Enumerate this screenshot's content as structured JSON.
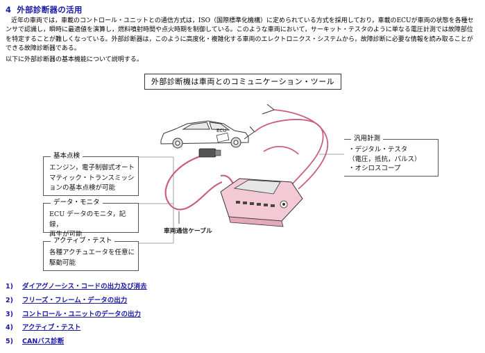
{
  "section": {
    "number": "4",
    "title": "外部診断器の活用",
    "intro": "近年の車両では，車載のコントロール・ユニットとの通信方式は，ISO（国際標準化機構）に定められている方式を採用しており，車載のECUが車両の状態を各種センサで認識し，瞬時に最適値を演算し，燃料噴射時間や点火時期を制御している。このような車両において，サーキット・テスタのように単なる電圧計測では故障部位を特定することが難しくなっている。外部診断器は，このように高度化・複雑化する車両のエレクトロニクス・システムから，故障診断に必要な情報を読み取ることができる故障診断器である。",
    "lead": "以下に外部診断器の基本機能について説明する。"
  },
  "figure": {
    "title": "外部診断機は車両とのコミュニケーション・ツール",
    "ecu_label": "ECU",
    "cable_label": "車両通信ケーブル",
    "boxes": {
      "basic": {
        "title": "基本点検",
        "lines": [
          "エンジン，電子制御式オート",
          "マティック・トランスミッシ",
          "ョンの基本点検が可能"
        ]
      },
      "data": {
        "title": "データ・モニタ",
        "lines": [
          "ECU データのモニタ，記録，",
          "再生が可能"
        ]
      },
      "active": {
        "title": "アクティブ・テスト",
        "lines": [
          "各種アクチュエータを任意に",
          "駆動可能"
        ]
      },
      "general": {
        "title": "汎用計測",
        "lines": [
          "・デジタル・テスタ",
          "（電圧，抵抗，パルス）",
          "・オシロスコープ"
        ]
      }
    }
  },
  "links": [
    {
      "num": "1)",
      "label": "ダイアグノーシス・コードの出力及び消去"
    },
    {
      "num": "2)",
      "label": "フリーズ・フレーム・データの出力"
    },
    {
      "num": "3)",
      "label": "コントロール・ユニットのデータの出力"
    },
    {
      "num": "4)",
      "label": "アクティブ・テスト"
    },
    {
      "num": "5)",
      "label": "CANバス診断"
    }
  ],
  "colors": {
    "heading": "#1a1aa6",
    "link": "#1a1aa6",
    "cable": "#c9607a",
    "device": "#f2c9d4"
  }
}
